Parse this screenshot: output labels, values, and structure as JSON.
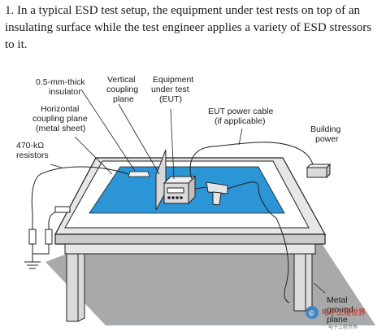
{
  "caption": "1. In a typical ESD test setup, the equipment under test rests on top of an insulating surface while the test engineer applies a variety of ESD stressors to it.",
  "labels": {
    "insulator": [
      "0.5-mm-thick",
      "insulator"
    ],
    "vcp": [
      "Vertical",
      "coupling",
      "plane"
    ],
    "eut": [
      "Equipment",
      "under test",
      "(EUT)"
    ],
    "hcp": [
      "Horizontal",
      "coupling plane",
      "(metal sheet)"
    ],
    "resistors": [
      "470-kΩ",
      "resistors"
    ],
    "power_cable": [
      "EUT power cable",
      "(if applicable)"
    ],
    "building_power": [
      "Building",
      "power"
    ],
    "ground_plane": [
      "Metal",
      "ground",
      "plane"
    ]
  },
  "watermark": {
    "text": "电子工程世界",
    "sub": "电子工程世界",
    "logo": "©"
  },
  "colors": {
    "floor": "#a7a9ab",
    "table_top": "#e6e7e8",
    "table_side": "#c9cbcd",
    "legs": "#dadbdc",
    "insulator": "#ffffff",
    "hcp": "#2b95d6",
    "vcp": "#d6d7d8",
    "line": "#231f20",
    "eut": "#d9dadb",
    "gun": "#e4e5e6"
  }
}
